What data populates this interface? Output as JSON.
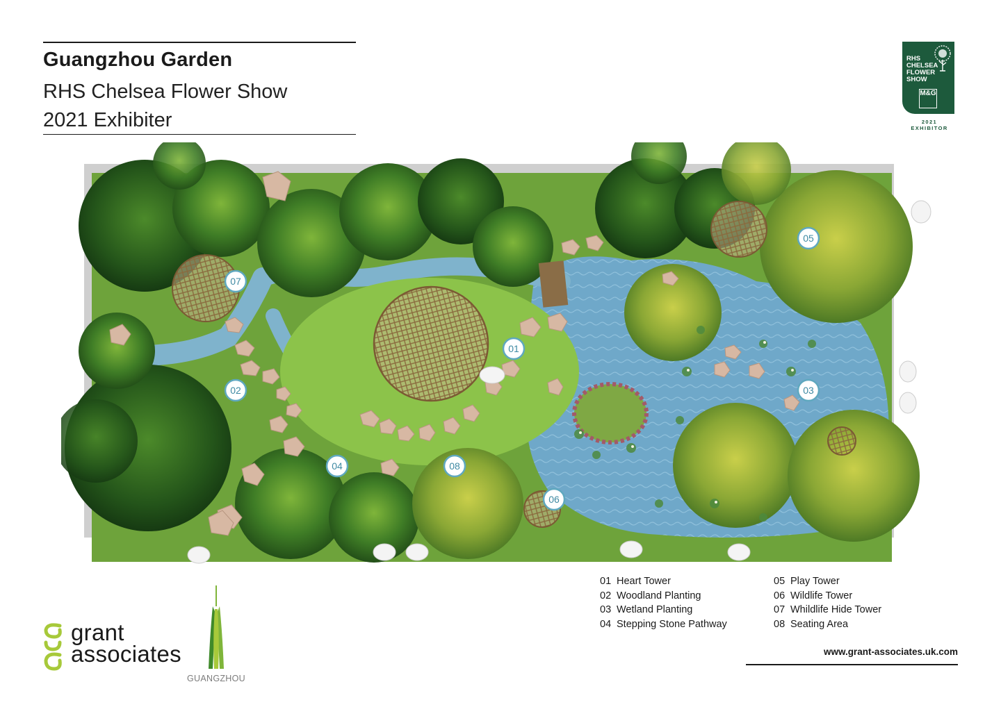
{
  "header": {
    "title": "Guangzhou Garden",
    "subtitle_line1": "RHS Chelsea Flower Show",
    "subtitle_line2": "2021 Exhibiter"
  },
  "badge": {
    "lines": [
      "RHS",
      "CHELSEA",
      "FLOWER",
      "SHOW"
    ],
    "sponsor": "M&G",
    "caption": "2021 EXHIBITOR"
  },
  "markers": [
    "01",
    "02",
    "03",
    "04",
    "05",
    "06",
    "07",
    "08"
  ],
  "legend": {
    "left": [
      {
        "num": "01",
        "label": "Heart Tower"
      },
      {
        "num": "02",
        "label": "Woodland Planting"
      },
      {
        "num": "03",
        "label": "Wetland Planting"
      },
      {
        "num": "04",
        "label": "Stepping Stone Pathway"
      }
    ],
    "right": [
      {
        "num": "05",
        "label": "Play Tower"
      },
      {
        "num": "06",
        "label": "Wildlife Tower"
      },
      {
        "num": "07",
        "label": "Whildlife Hide Tower"
      },
      {
        "num": "08",
        "label": "Seating Area"
      }
    ]
  },
  "footer": {
    "url": "www.grant-associates.uk.com",
    "logo_line1": "grant",
    "logo_line2": "associates",
    "city_logo": "GUANGZHOU"
  },
  "colors": {
    "brand_green": "#1d5a3c",
    "lime": "#a7c93a",
    "water": "#6fa8c9",
    "marker_stroke": "#5fa8bf"
  }
}
